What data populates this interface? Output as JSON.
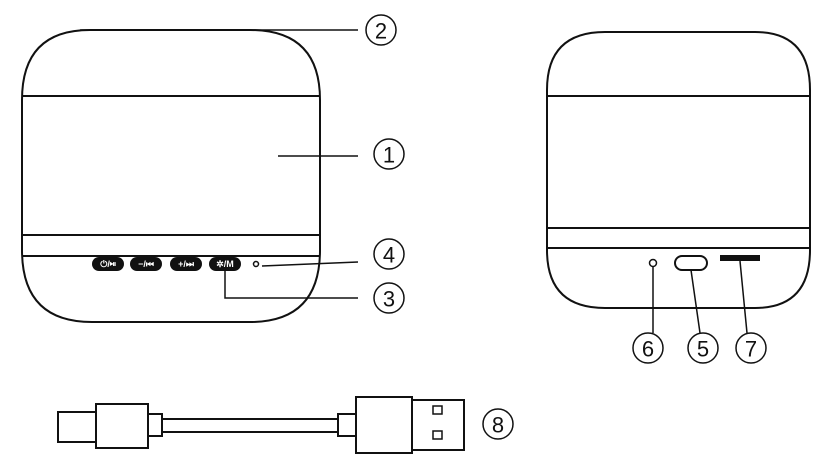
{
  "callouts": [
    "1",
    "2",
    "3",
    "4",
    "5",
    "6",
    "7",
    "8"
  ],
  "buttons": [
    {
      "icon": "power-play-pause-icon",
      "label": "⏻/⏯"
    },
    {
      "icon": "volume-down-previous-icon",
      "label": "−/⏮"
    },
    {
      "icon": "volume-up-next-icon",
      "label": "+/⏭"
    },
    {
      "icon": "light-mode-icon",
      "label": "✲/M"
    }
  ],
  "colors": {
    "line": "#111111",
    "background": "#ffffff"
  }
}
